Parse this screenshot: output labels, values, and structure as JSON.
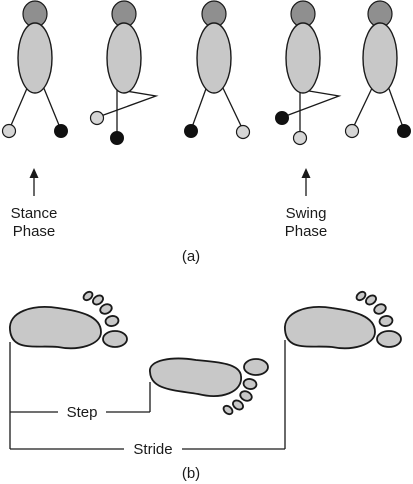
{
  "part_a": {
    "stance_label": [
      "Stance",
      "Phase"
    ],
    "swing_label": [
      "Swing",
      "Phase"
    ],
    "caption": "(a)"
  },
  "part_b": {
    "step_label": "Step",
    "stride_label": "Stride",
    "caption": "(b)"
  }
}
